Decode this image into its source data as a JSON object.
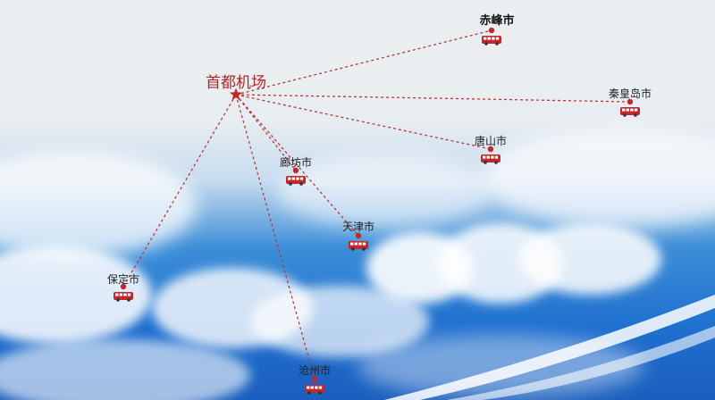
{
  "hub": {
    "name": "首都机场",
    "color": "#c0282d"
  },
  "route_color": "#b33a3a",
  "bus_color": "#c0282d",
  "cities": [
    {
      "id": "chifeng",
      "name": "赤峰市",
      "bold": true
    },
    {
      "id": "qinhuangdao",
      "name": "秦皇岛市",
      "bold": false
    },
    {
      "id": "tangshan",
      "name": "唐山市",
      "bold": false
    },
    {
      "id": "langfang",
      "name": "廊坊市",
      "bold": false
    },
    {
      "id": "tianjin",
      "name": "天津市",
      "bold": false
    },
    {
      "id": "baoding",
      "name": "保定市",
      "bold": false
    },
    {
      "id": "cangzhou",
      "name": "沧州市",
      "bold": false
    }
  ]
}
